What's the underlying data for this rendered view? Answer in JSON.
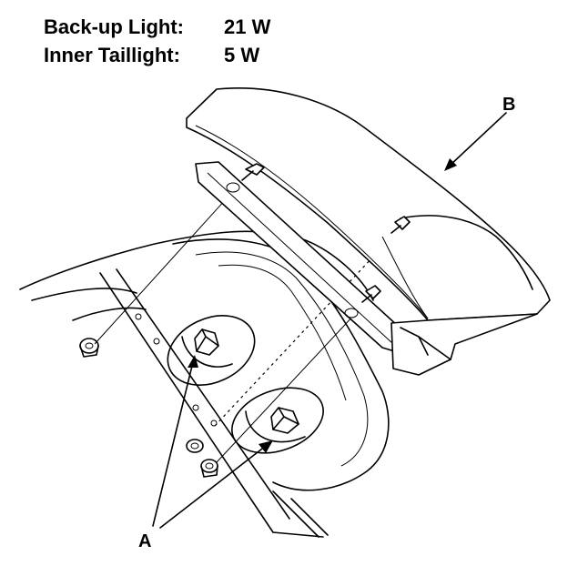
{
  "specs": [
    {
      "label": "Back-up Light:",
      "value": "21 W"
    },
    {
      "label": "Inner Taillight:",
      "value": "5 W"
    }
  ],
  "callouts": {
    "a": "A",
    "b": "B"
  }
}
